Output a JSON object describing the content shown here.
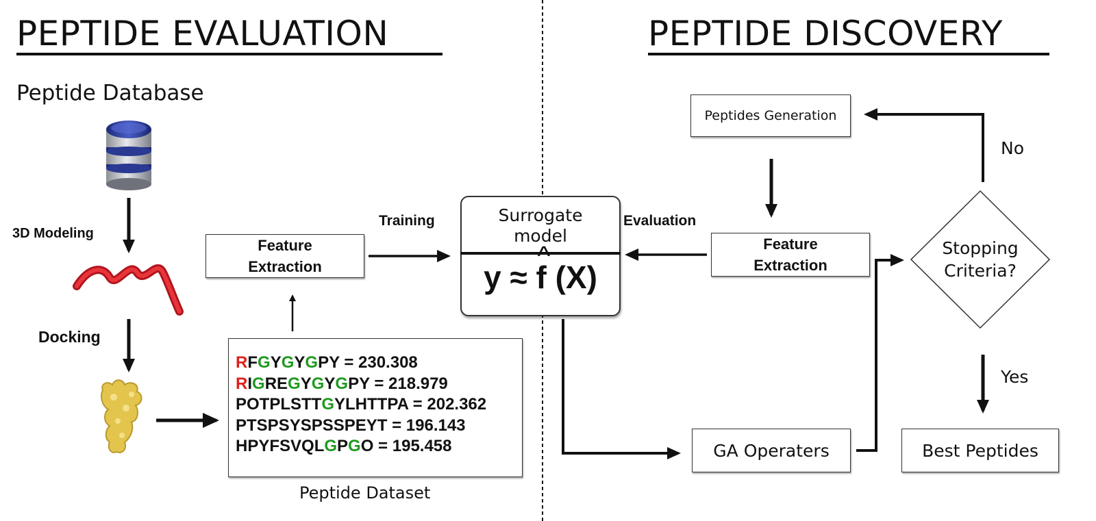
{
  "evaluation": {
    "heading": "PEPTIDE EVALUATION",
    "database_label": "Peptide Database",
    "step_modeling": "3D Modeling",
    "step_docking": "Docking",
    "feature_extraction": [
      "Feature",
      "Extraction"
    ],
    "training_label": "Training",
    "dataset_caption": "Peptide Dataset",
    "dataset": [
      {
        "segments": [
          {
            "t": "R",
            "c": "red"
          },
          {
            "t": "F",
            "c": "black"
          },
          {
            "t": "G",
            "c": "green"
          },
          {
            "t": "Y",
            "c": "black"
          },
          {
            "t": "G",
            "c": "green"
          },
          {
            "t": "Y",
            "c": "black"
          },
          {
            "t": "G",
            "c": "green"
          },
          {
            "t": "PY",
            "c": "black"
          }
        ],
        "score": "230.308"
      },
      {
        "segments": [
          {
            "t": "R",
            "c": "red"
          },
          {
            "t": "I",
            "c": "black"
          },
          {
            "t": "G",
            "c": "green"
          },
          {
            "t": "RE",
            "c": "black"
          },
          {
            "t": "G",
            "c": "green"
          },
          {
            "t": "Y",
            "c": "black"
          },
          {
            "t": "G",
            "c": "green"
          },
          {
            "t": "Y",
            "c": "black"
          },
          {
            "t": "G",
            "c": "green"
          },
          {
            "t": "PY",
            "c": "black"
          }
        ],
        "score": "218.979"
      },
      {
        "segments": [
          {
            "t": "POTPLSTT",
            "c": "black"
          },
          {
            "t": "G",
            "c": "green"
          },
          {
            "t": "YLHTTPA",
            "c": "black"
          }
        ],
        "score": "202.362"
      },
      {
        "segments": [
          {
            "t": "PTSPSYSPSSPEYT",
            "c": "black"
          }
        ],
        "score": "196.143"
      },
      {
        "segments": [
          {
            "t": "HPYFSVQL",
            "c": "black"
          },
          {
            "t": "G",
            "c": "green"
          },
          {
            "t": "P",
            "c": "black"
          },
          {
            "t": "G",
            "c": "green"
          },
          {
            "t": "O",
            "c": "black"
          }
        ],
        "score": "195.458"
      }
    ]
  },
  "surrogate": {
    "title": [
      "Surrogate",
      "model"
    ],
    "formula_left": "y ≈",
    "formula_f": "f",
    "formula_hat": "^",
    "formula_right": "(X)"
  },
  "discovery": {
    "heading": "PEPTIDE DISCOVERY",
    "evaluation_label": "Evaluation",
    "peptides_generation": "Peptides Generation",
    "feature_extraction": [
      "Feature",
      "Extraction"
    ],
    "stopping": [
      "Stopping",
      "Criteria?"
    ],
    "no_label": "No",
    "yes_label": "Yes",
    "ga_operators": "GA Operaters",
    "best_peptides": "Best Peptides"
  },
  "colors": {
    "red": "#e0211b",
    "green": "#1f9a1f",
    "black": "#111111",
    "db_blue": "#2f3f9f",
    "db_gray": "#c9ccd2",
    "helix_red": "#d9232a",
    "protein_yellow": "#e9cf5a"
  },
  "icons": [
    "database-icon",
    "helix-icon",
    "protein-icon"
  ]
}
